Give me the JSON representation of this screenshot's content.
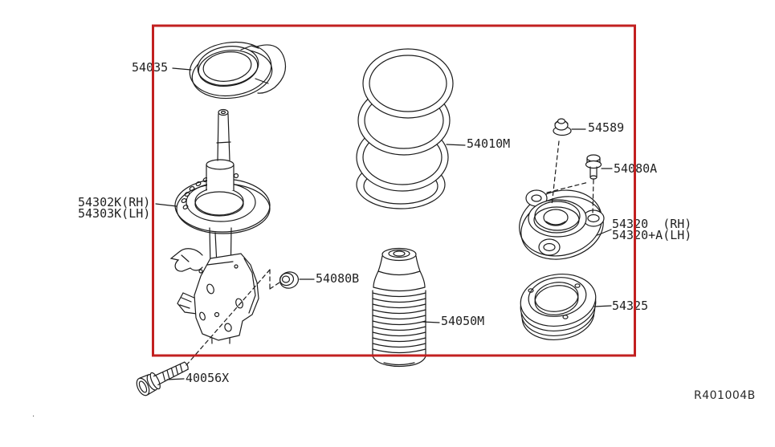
{
  "diagram": {
    "ref_code": "R401004B",
    "artifact_mark": ".",
    "labels": {
      "spring_seat": "54035",
      "strut_rh": "54302K(RH)",
      "strut_lh": "54303K(LH)",
      "coil_spring": "54010M",
      "nut": "54589",
      "bolt_a": "54080A",
      "mount_rh": "54320  (RH)",
      "mount_lh": "54320+A(LH)",
      "bearing": "54325",
      "boot": "54050M",
      "grommet": "54080B",
      "bolt_b": "40056X"
    },
    "colors": {
      "frame": "#c22020",
      "line": "#1c1c1c",
      "background": "#ffffff"
    }
  }
}
